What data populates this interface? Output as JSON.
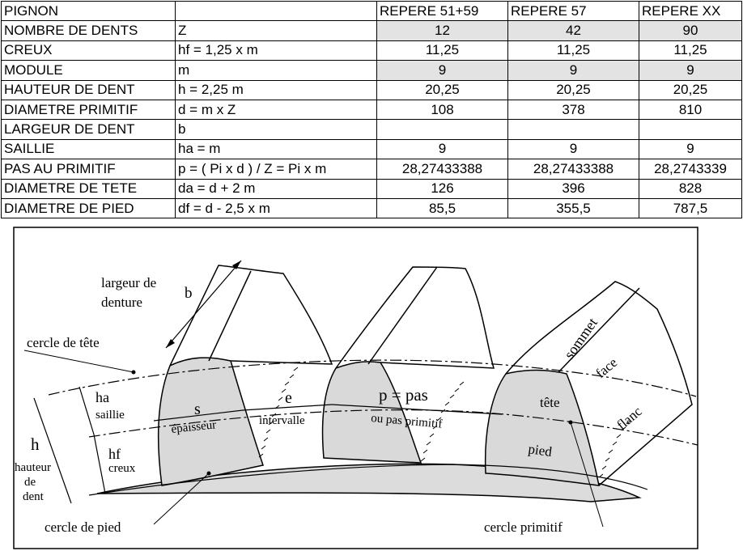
{
  "table": {
    "header": [
      "PIGNON",
      "",
      "REPERE 51+59",
      "REPERE 57",
      "REPERE XX"
    ],
    "rows": [
      {
        "label": "NOMBRE DE DENTS",
        "formula": "Z",
        "v1": "12",
        "v2": "42",
        "v3": "90",
        "shaded": true
      },
      {
        "label": "CREUX",
        "formula": "hf = 1,25 x m",
        "v1": "11,25",
        "v2": "11,25",
        "v3": "11,25",
        "shaded": false
      },
      {
        "label": "MODULE",
        "formula": "m",
        "v1": "9",
        "v2": "9",
        "v3": "9",
        "shaded": true
      },
      {
        "label": "HAUTEUR DE DENT",
        "formula": "h = 2,25 m",
        "v1": "20,25",
        "v2": "20,25",
        "v3": "20,25",
        "shaded": false
      },
      {
        "label": "DIAMETRE PRIMITIF",
        "formula": "d = m x Z",
        "v1": "108",
        "v2": "378",
        "v3": "810",
        "shaded": false
      },
      {
        "label": "LARGEUR DE DENT",
        "formula": "b",
        "v1": "",
        "v2": "",
        "v3": "",
        "shaded": false
      },
      {
        "label": "SAILLIE",
        "formula": "ha = m",
        "v1": "9",
        "v2": "9",
        "v3": "9",
        "shaded": false
      },
      {
        "label": "PAS AU PRIMITIF",
        "formula": "p = ( Pi x d ) / Z = Pi x m",
        "v1": "28,27433388",
        "v2": "28,27433388",
        "v3": "28,2743339",
        "shaded": false
      },
      {
        "label": "DIAMETRE DE TETE",
        "formula": "da = d + 2 m",
        "v1": "126",
        "v2": "396",
        "v3": "828",
        "shaded": false
      },
      {
        "label": "DIAMETRE DE PIED",
        "formula": "df = d  - 2,5 x m",
        "v1": "85,5",
        "v2": "355,5",
        "v3": "787,5",
        "shaded": false
      }
    ]
  },
  "diagram": {
    "largeur_de": "largeur de",
    "denture": "denture",
    "b": "b",
    "cercle_de_tete": "cercle de tête",
    "cercle_de_pied": "cercle de pied",
    "cercle_primitif": "cercle primitif",
    "h": "h",
    "hauteur": "hauteur",
    "de": "de",
    "dent": "dent",
    "ha": "ha",
    "saillie": "saillie",
    "hf": "hf",
    "creux": "creux",
    "s": "s",
    "epaisseur": "épaisseur",
    "e": "e",
    "intervalle": "intervalle",
    "p_pas": "p = pas",
    "ou_pas_primitif": "ou pas primitif",
    "tete": "tête",
    "pied": "pied",
    "sommet": "sommet",
    "face": "face",
    "flanc": "flanc"
  }
}
